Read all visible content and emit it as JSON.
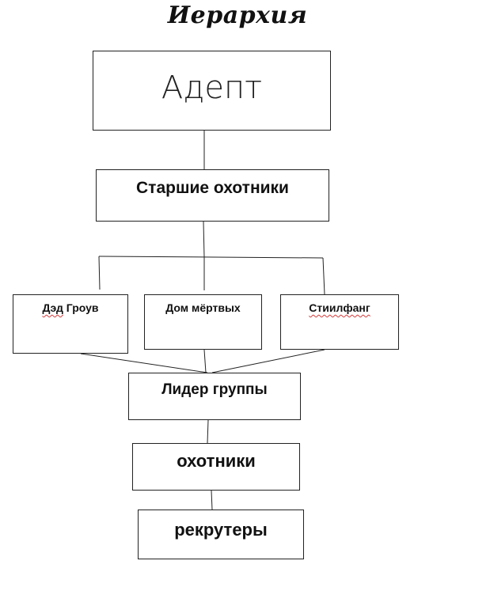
{
  "title": "Иерархия",
  "nodes": {
    "adept": "Адепт",
    "senior_hunters": "Старшие охотники",
    "branches": [
      {
        "label": "Дэд Гроув",
        "spellcheck_word": "Дэд"
      },
      {
        "label": "Дом мёртвых"
      },
      {
        "label": "Стиилфанг",
        "spellcheck_word": "Стиилфанг"
      }
    ],
    "group_leader": "Лидер группы",
    "hunters": "охотники",
    "recruiters": "рекрутеры"
  },
  "colors": {
    "line": "#222222",
    "spellcheck_underline": "#d23a3a"
  }
}
